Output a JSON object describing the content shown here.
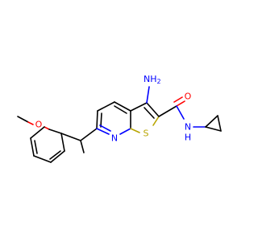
{
  "labels": {
    "amino": "NH",
    "amino_sub": "2",
    "carbonyl_o": "O",
    "amide_n": "N",
    "amide_h": "H",
    "sulfur": "S",
    "pyridine_n": "N",
    "ether_o": "O"
  },
  "colors": {
    "nitrogen": "#0000ff",
    "oxygen": "#ff0000",
    "sulfur": "#b8a500",
    "carbon": "#000000"
  }
}
